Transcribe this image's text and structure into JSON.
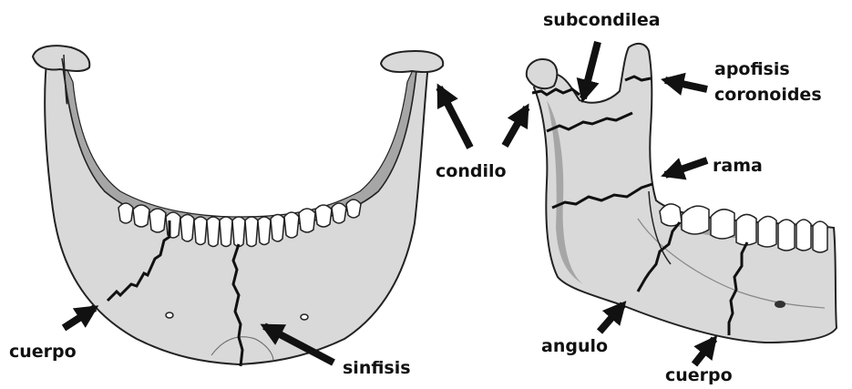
{
  "labels": {
    "subcondilea": "subcondilea",
    "apofisis_line1": "apofisis",
    "apofisis_line2": "coronoides",
    "condilo": "condilo",
    "rama": "rama",
    "cuerpo_front": "cuerpo",
    "sinfisis": "sinfisis",
    "angulo": "angulo",
    "cuerpo_side": "cuerpo"
  },
  "colors": {
    "bone": "#d9d9d9",
    "bone_shadow": "#a6a6a6",
    "outline": "#222222",
    "fracture": "#111111",
    "tooth": "#ffffff"
  }
}
